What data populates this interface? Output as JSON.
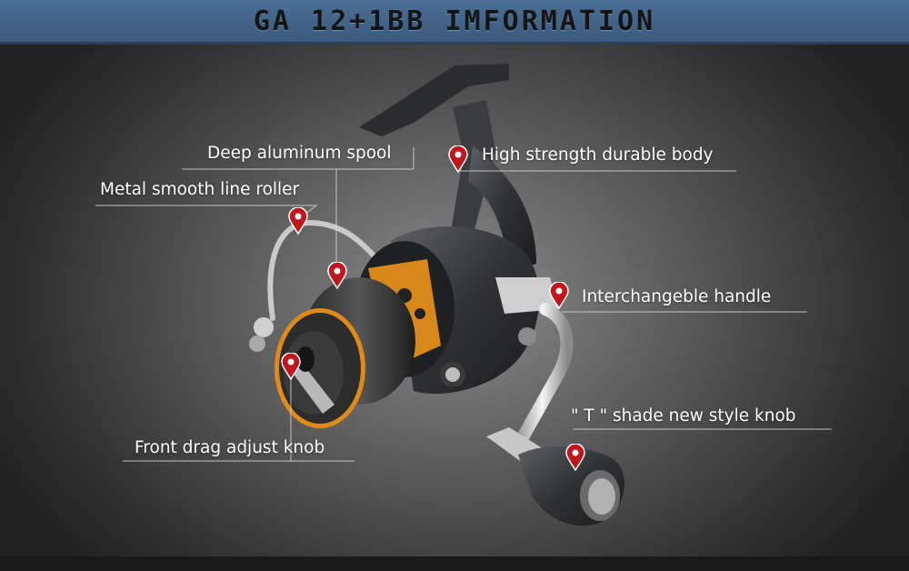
{
  "title": "GA 12+1BB IMFORMATION",
  "colors": {
    "title_bar": "#3f6287",
    "title_text": "#151515",
    "background": "#5a5a5a",
    "pin": "#c0161c",
    "label_text": "#ffffff",
    "spool_accent": "#e08a1a"
  },
  "labels": {
    "deep_spool": "Deep aluminum spool",
    "body": "High strength durable body",
    "line_roller": "Metal smooth line roller",
    "handle": "Interchangeble handle",
    "t_knob": "\" T \"  shade new style knob",
    "drag_knob": "Front drag adjust knob"
  },
  "icons": {
    "marker": "map-pin-icon",
    "reel": "fishing-reel-illustration"
  }
}
